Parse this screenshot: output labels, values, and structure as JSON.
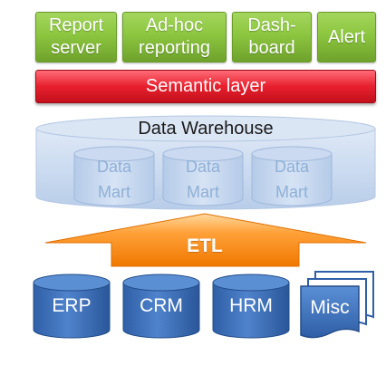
{
  "tools": [
    {
      "label": "Report server"
    },
    {
      "label": "Ad-hoc reporting"
    },
    {
      "label": "Dash-board"
    },
    {
      "label": "Alert"
    }
  ],
  "semantic_layer": {
    "label": "Semantic layer"
  },
  "data_warehouse": {
    "label": "Data Warehouse",
    "marts": [
      {
        "label": "Data Mart"
      },
      {
        "label": "Data Mart"
      },
      {
        "label": "Data Mart"
      }
    ]
  },
  "etl": {
    "label": "ETL"
  },
  "sources": [
    {
      "label": "ERP"
    },
    {
      "label": "CRM"
    },
    {
      "label": "HRM"
    },
    {
      "label": "Misc"
    }
  ],
  "colors": {
    "tool_green": "#8cc63f",
    "semantic_red": "#e8202e",
    "warehouse_blue": "#c9daf0",
    "mart_blue": "#c2d5ee",
    "etl_orange": "#ff8c00",
    "source_blue": "#3b6db4"
  }
}
